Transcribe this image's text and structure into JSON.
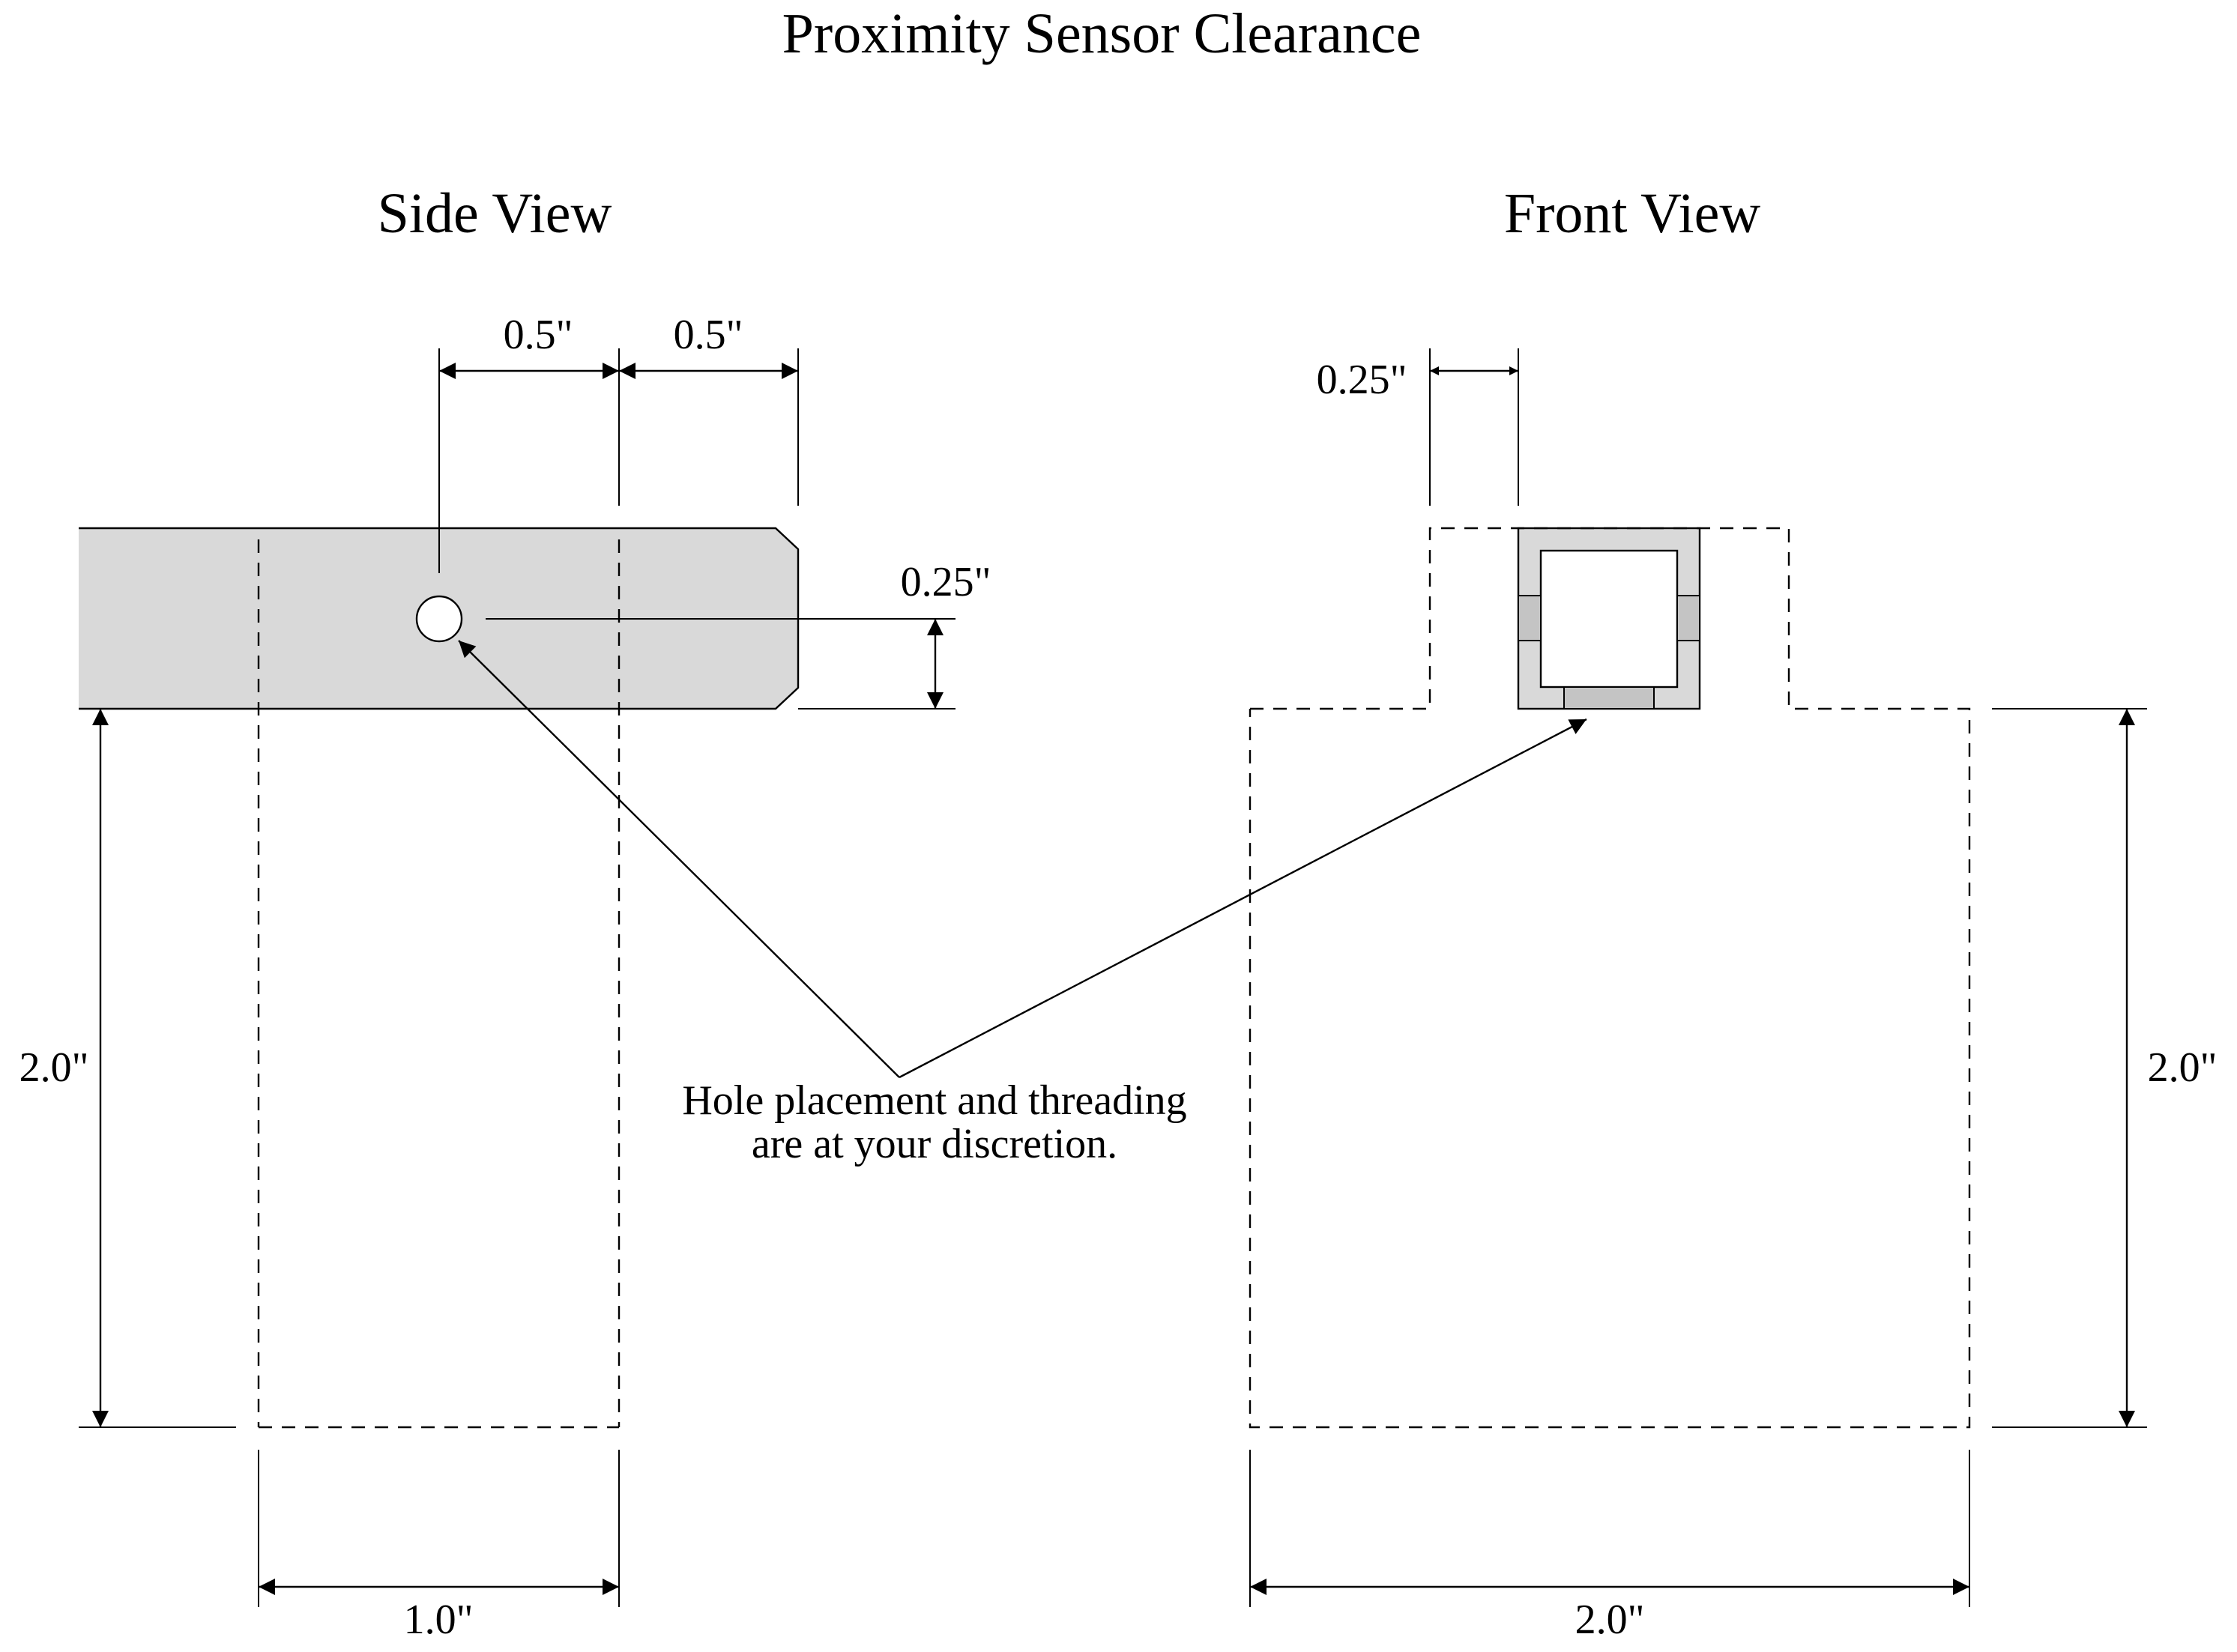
{
  "title": "Proximity Sensor Clearance",
  "views": {
    "side": {
      "label": "Side View"
    },
    "front": {
      "label": "Front View"
    }
  },
  "dimensions": {
    "side_hole_offset": "0.5\"",
    "side_end_offset": "0.5\"",
    "side_hole_height": "0.25\"",
    "side_clearance_height": "2.0\"",
    "side_clearance_width": "1.0\"",
    "front_offset": "0.25\"",
    "front_clearance_height": "2.0\"",
    "front_clearance_width": "2.0\""
  },
  "note": {
    "line1": "Hole placement and threading",
    "line2": "are at your discretion."
  },
  "colors": {
    "part_fill": "#d9d9d9",
    "part_dark": "#c4c4c4",
    "line": "#000000",
    "background": "#ffffff"
  }
}
